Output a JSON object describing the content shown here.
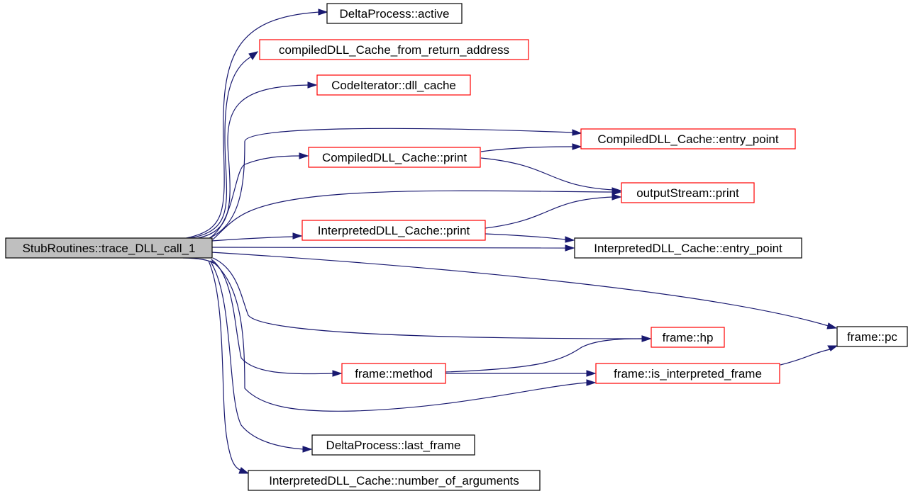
{
  "colors": {
    "edge": "#191970",
    "root_fill": "#bfbfbf",
    "node_border_plain": "#000000",
    "node_border_truncated": "#ff0000"
  },
  "nodes": {
    "root": "StubRoutines::trace_DLL_call_1",
    "delta_active": "DeltaProcess::active",
    "compiled_from_ra": "compiledDLL_Cache_from_return_address",
    "code_iter_dll": "CodeIterator::dll_cache",
    "compiled_entry": "CompiledDLL_Cache::entry_point",
    "compiled_print": "CompiledDLL_Cache::print",
    "output_print": "outputStream::print",
    "interp_print": "InterpretedDLL_Cache::print",
    "interp_entry": "InterpretedDLL_Cache::entry_point",
    "frame_pc": "frame::pc",
    "frame_hp": "frame::hp",
    "frame_method": "frame::method",
    "frame_is_interp": "frame::is_interpreted_frame",
    "delta_last_frame": "DeltaProcess::last_frame",
    "interp_num_args": "InterpretedDLL_Cache::number_of_arguments"
  }
}
